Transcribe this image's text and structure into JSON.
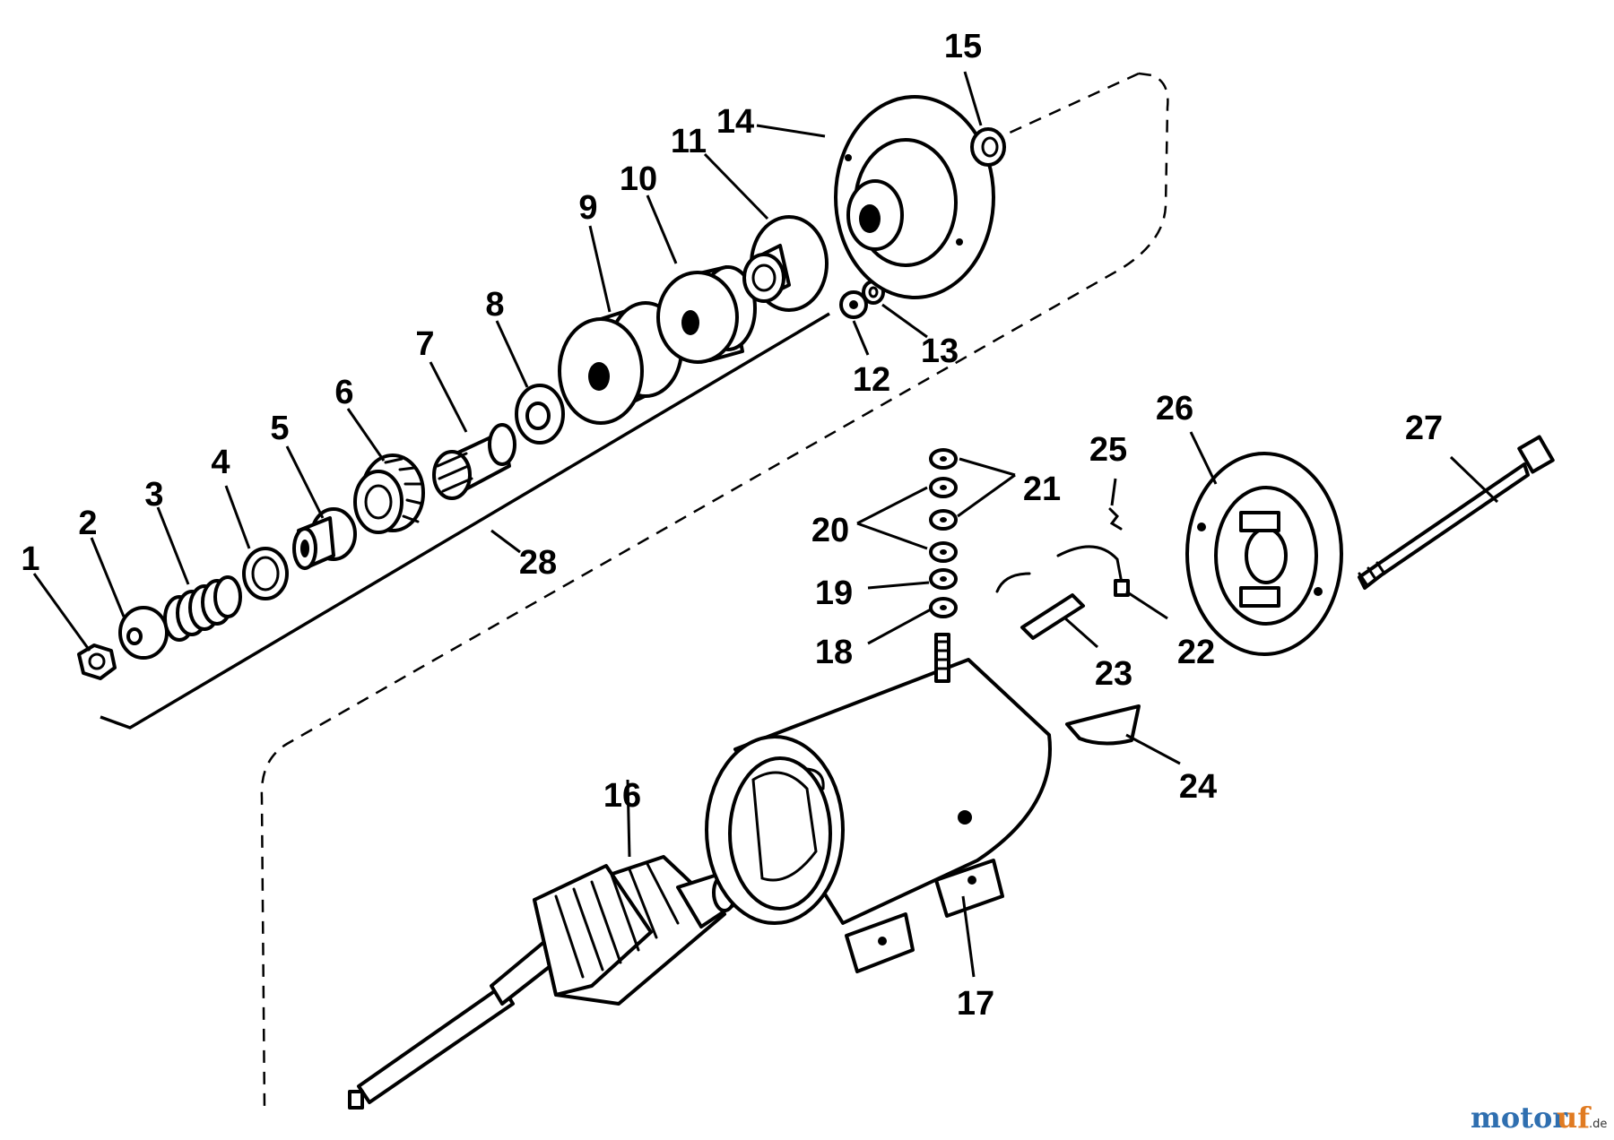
{
  "diagram": {
    "parts": [
      {
        "id": "part-1",
        "label": "1"
      },
      {
        "id": "part-2",
        "label": "2"
      },
      {
        "id": "part-3",
        "label": "3"
      },
      {
        "id": "part-4",
        "label": "4"
      },
      {
        "id": "part-5",
        "label": "5"
      },
      {
        "id": "part-6",
        "label": "6"
      },
      {
        "id": "part-7",
        "label": "7"
      },
      {
        "id": "part-8",
        "label": "8"
      },
      {
        "id": "part-9",
        "label": "9"
      },
      {
        "id": "part-10",
        "label": "10"
      },
      {
        "id": "part-11",
        "label": "11"
      },
      {
        "id": "part-12",
        "label": "12"
      },
      {
        "id": "part-13",
        "label": "13"
      },
      {
        "id": "part-14",
        "label": "14"
      },
      {
        "id": "part-15",
        "label": "15"
      },
      {
        "id": "part-16",
        "label": "16"
      },
      {
        "id": "part-17",
        "label": "17"
      },
      {
        "id": "part-18",
        "label": "18"
      },
      {
        "id": "part-19",
        "label": "19"
      },
      {
        "id": "part-20",
        "label": "20"
      },
      {
        "id": "part-21",
        "label": "21"
      },
      {
        "id": "part-22",
        "label": "22"
      },
      {
        "id": "part-23",
        "label": "23"
      },
      {
        "id": "part-24",
        "label": "24"
      },
      {
        "id": "part-25",
        "label": "25"
      },
      {
        "id": "part-26",
        "label": "26"
      },
      {
        "id": "part-27",
        "label": "27"
      },
      {
        "id": "part-28",
        "label": "28"
      }
    ]
  },
  "watermark": {
    "brand_a": "motor",
    "brand_b": "uf",
    "tld": ".de",
    "color_a": "#2f6fb0",
    "color_b": "#e07b22"
  }
}
